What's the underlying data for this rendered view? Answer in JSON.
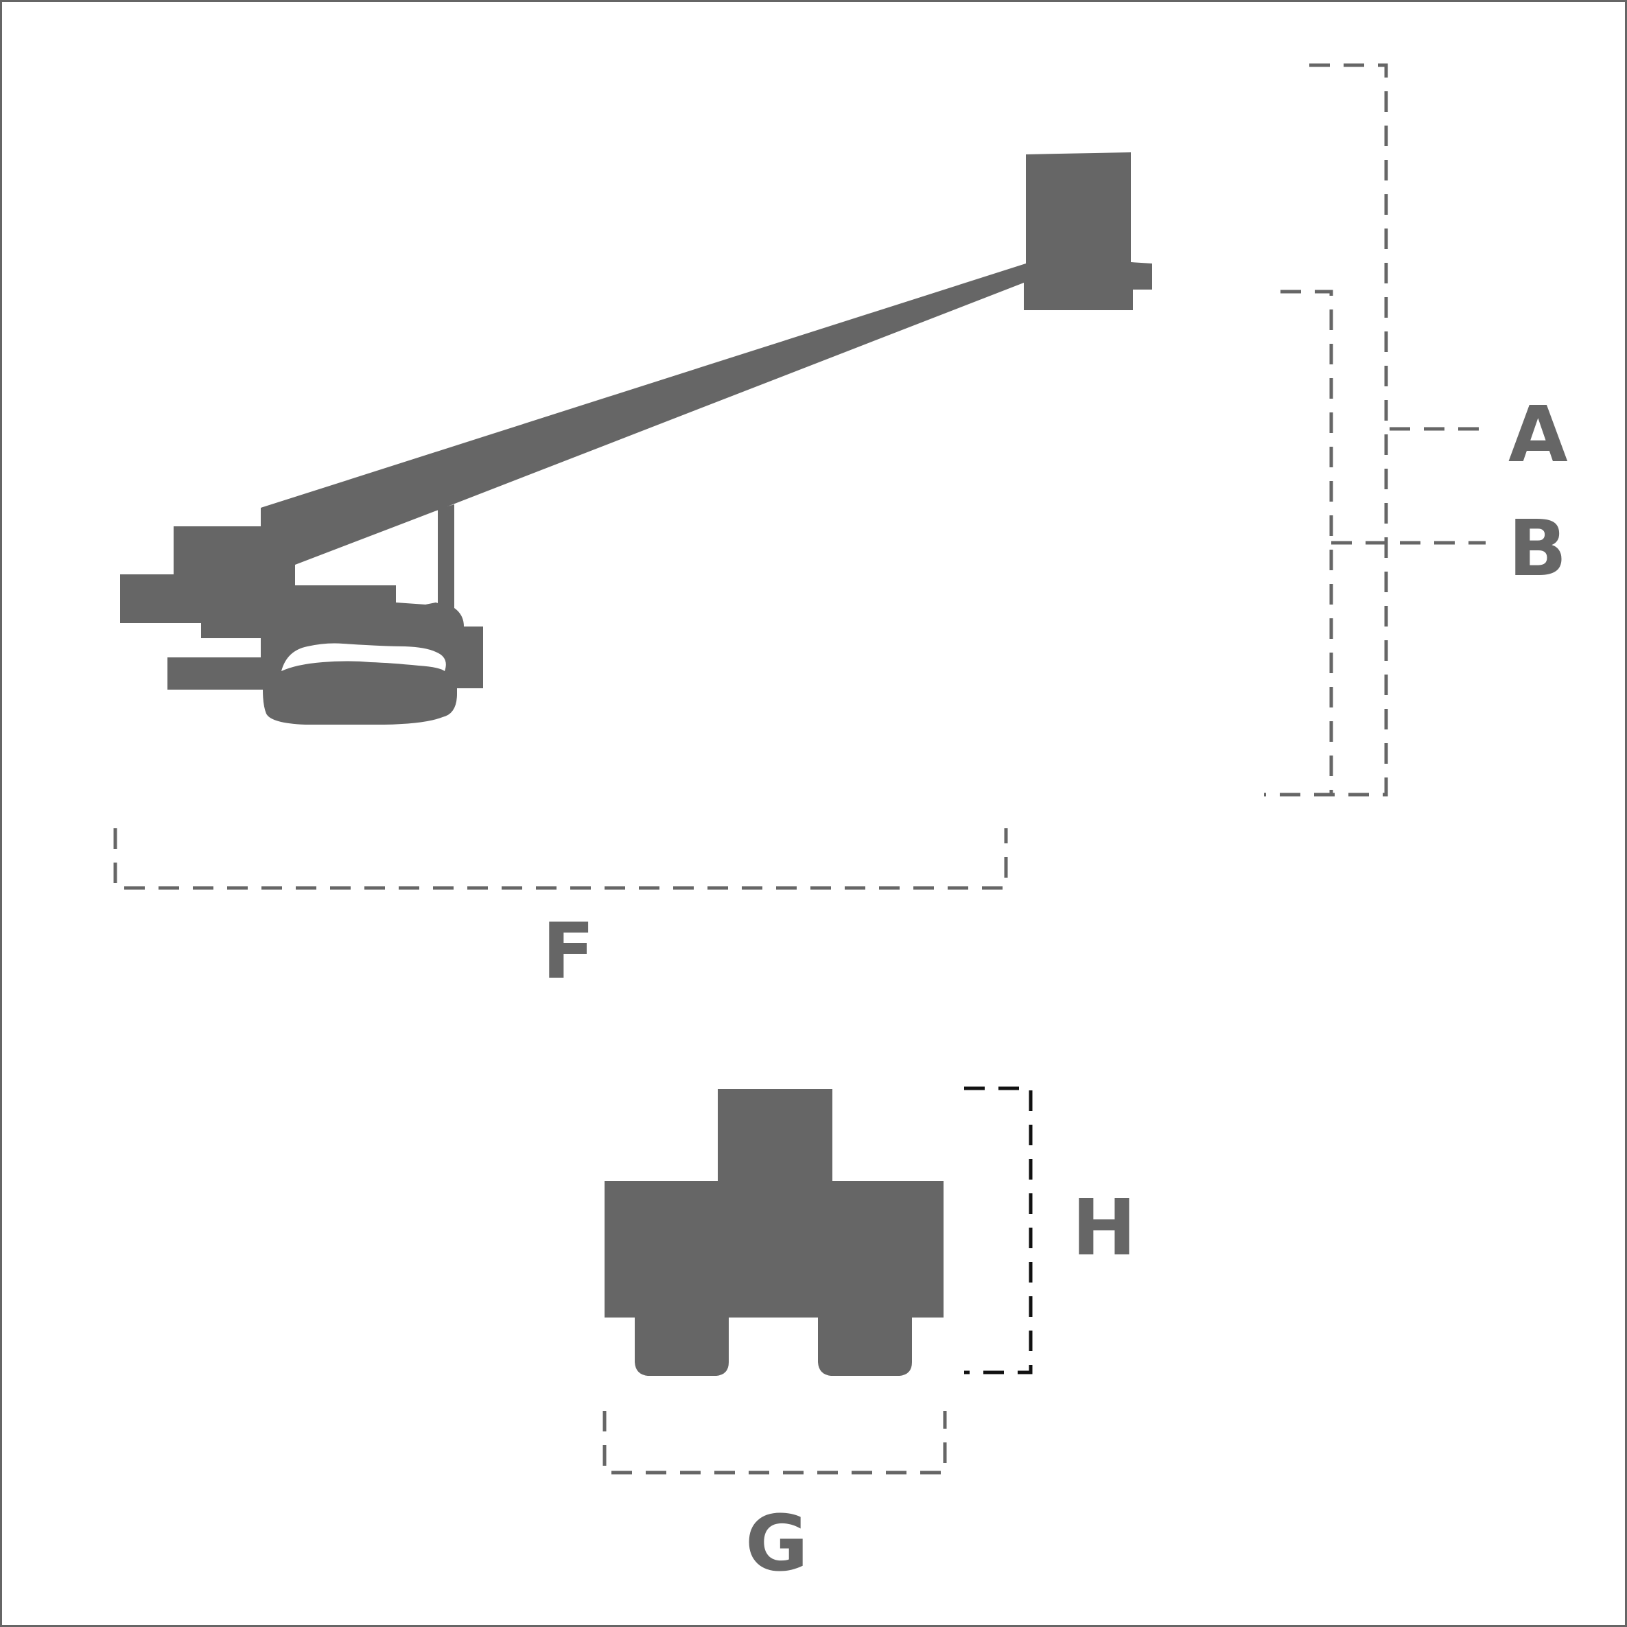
{
  "colors": {
    "machine": "#666666",
    "dimension_line": "#666666",
    "dimension_line_dark": "#111111",
    "background": "#ffffff",
    "frame": "#666666"
  },
  "views": {
    "side": {
      "labels": {
        "A": "A",
        "B": "B",
        "F": "F"
      }
    },
    "rear": {
      "labels": {
        "G": "G",
        "H": "H"
      }
    }
  }
}
